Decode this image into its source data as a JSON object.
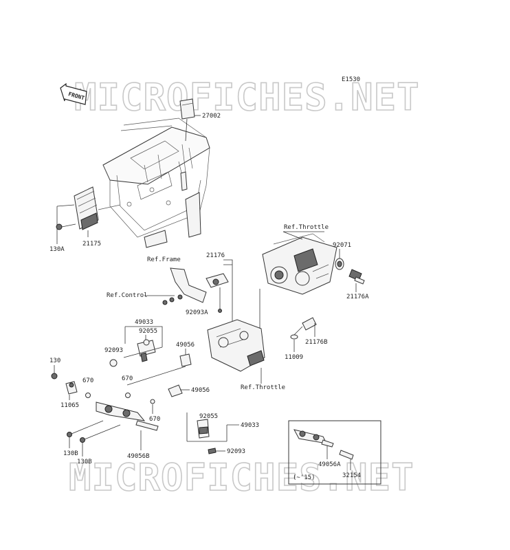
{
  "diagram_code": "E1530",
  "front_label": "FRONT",
  "watermark_top": "MICROFICHES.NET",
  "watermark_bottom": "MICROFICHES.NET",
  "parts": {
    "p27002": "27002",
    "p130A": "130A",
    "p21175": "21175",
    "ref_frame": "Ref.Frame",
    "p21176": "21176",
    "ref_throttle_top": "Ref.Throttle",
    "p92071": "92071",
    "p21176A": "21176A",
    "ref_control": "Ref.Control",
    "p92093A": "92093A",
    "p49033_top": "49033",
    "p92055_top": "92055",
    "p92093_top": "92093",
    "p49056_top": "49056",
    "p21176B": "21176B",
    "p11009": "11009",
    "p130": "130",
    "p670_a": "670",
    "p670_b": "670",
    "p11065": "11065",
    "p49056_mid": "49056",
    "ref_throttle_bottom": "Ref.Throttle",
    "p670_c": "670",
    "p92055_bottom": "92055",
    "p49033_bottom": "49033",
    "p130B_a": "130B",
    "p130B_b": "130B",
    "p49056B": "49056B",
    "p92093_bottom": "92093",
    "p49056A": "49056A",
    "p32154": "32154",
    "inset_tag": "(~'15)"
  }
}
